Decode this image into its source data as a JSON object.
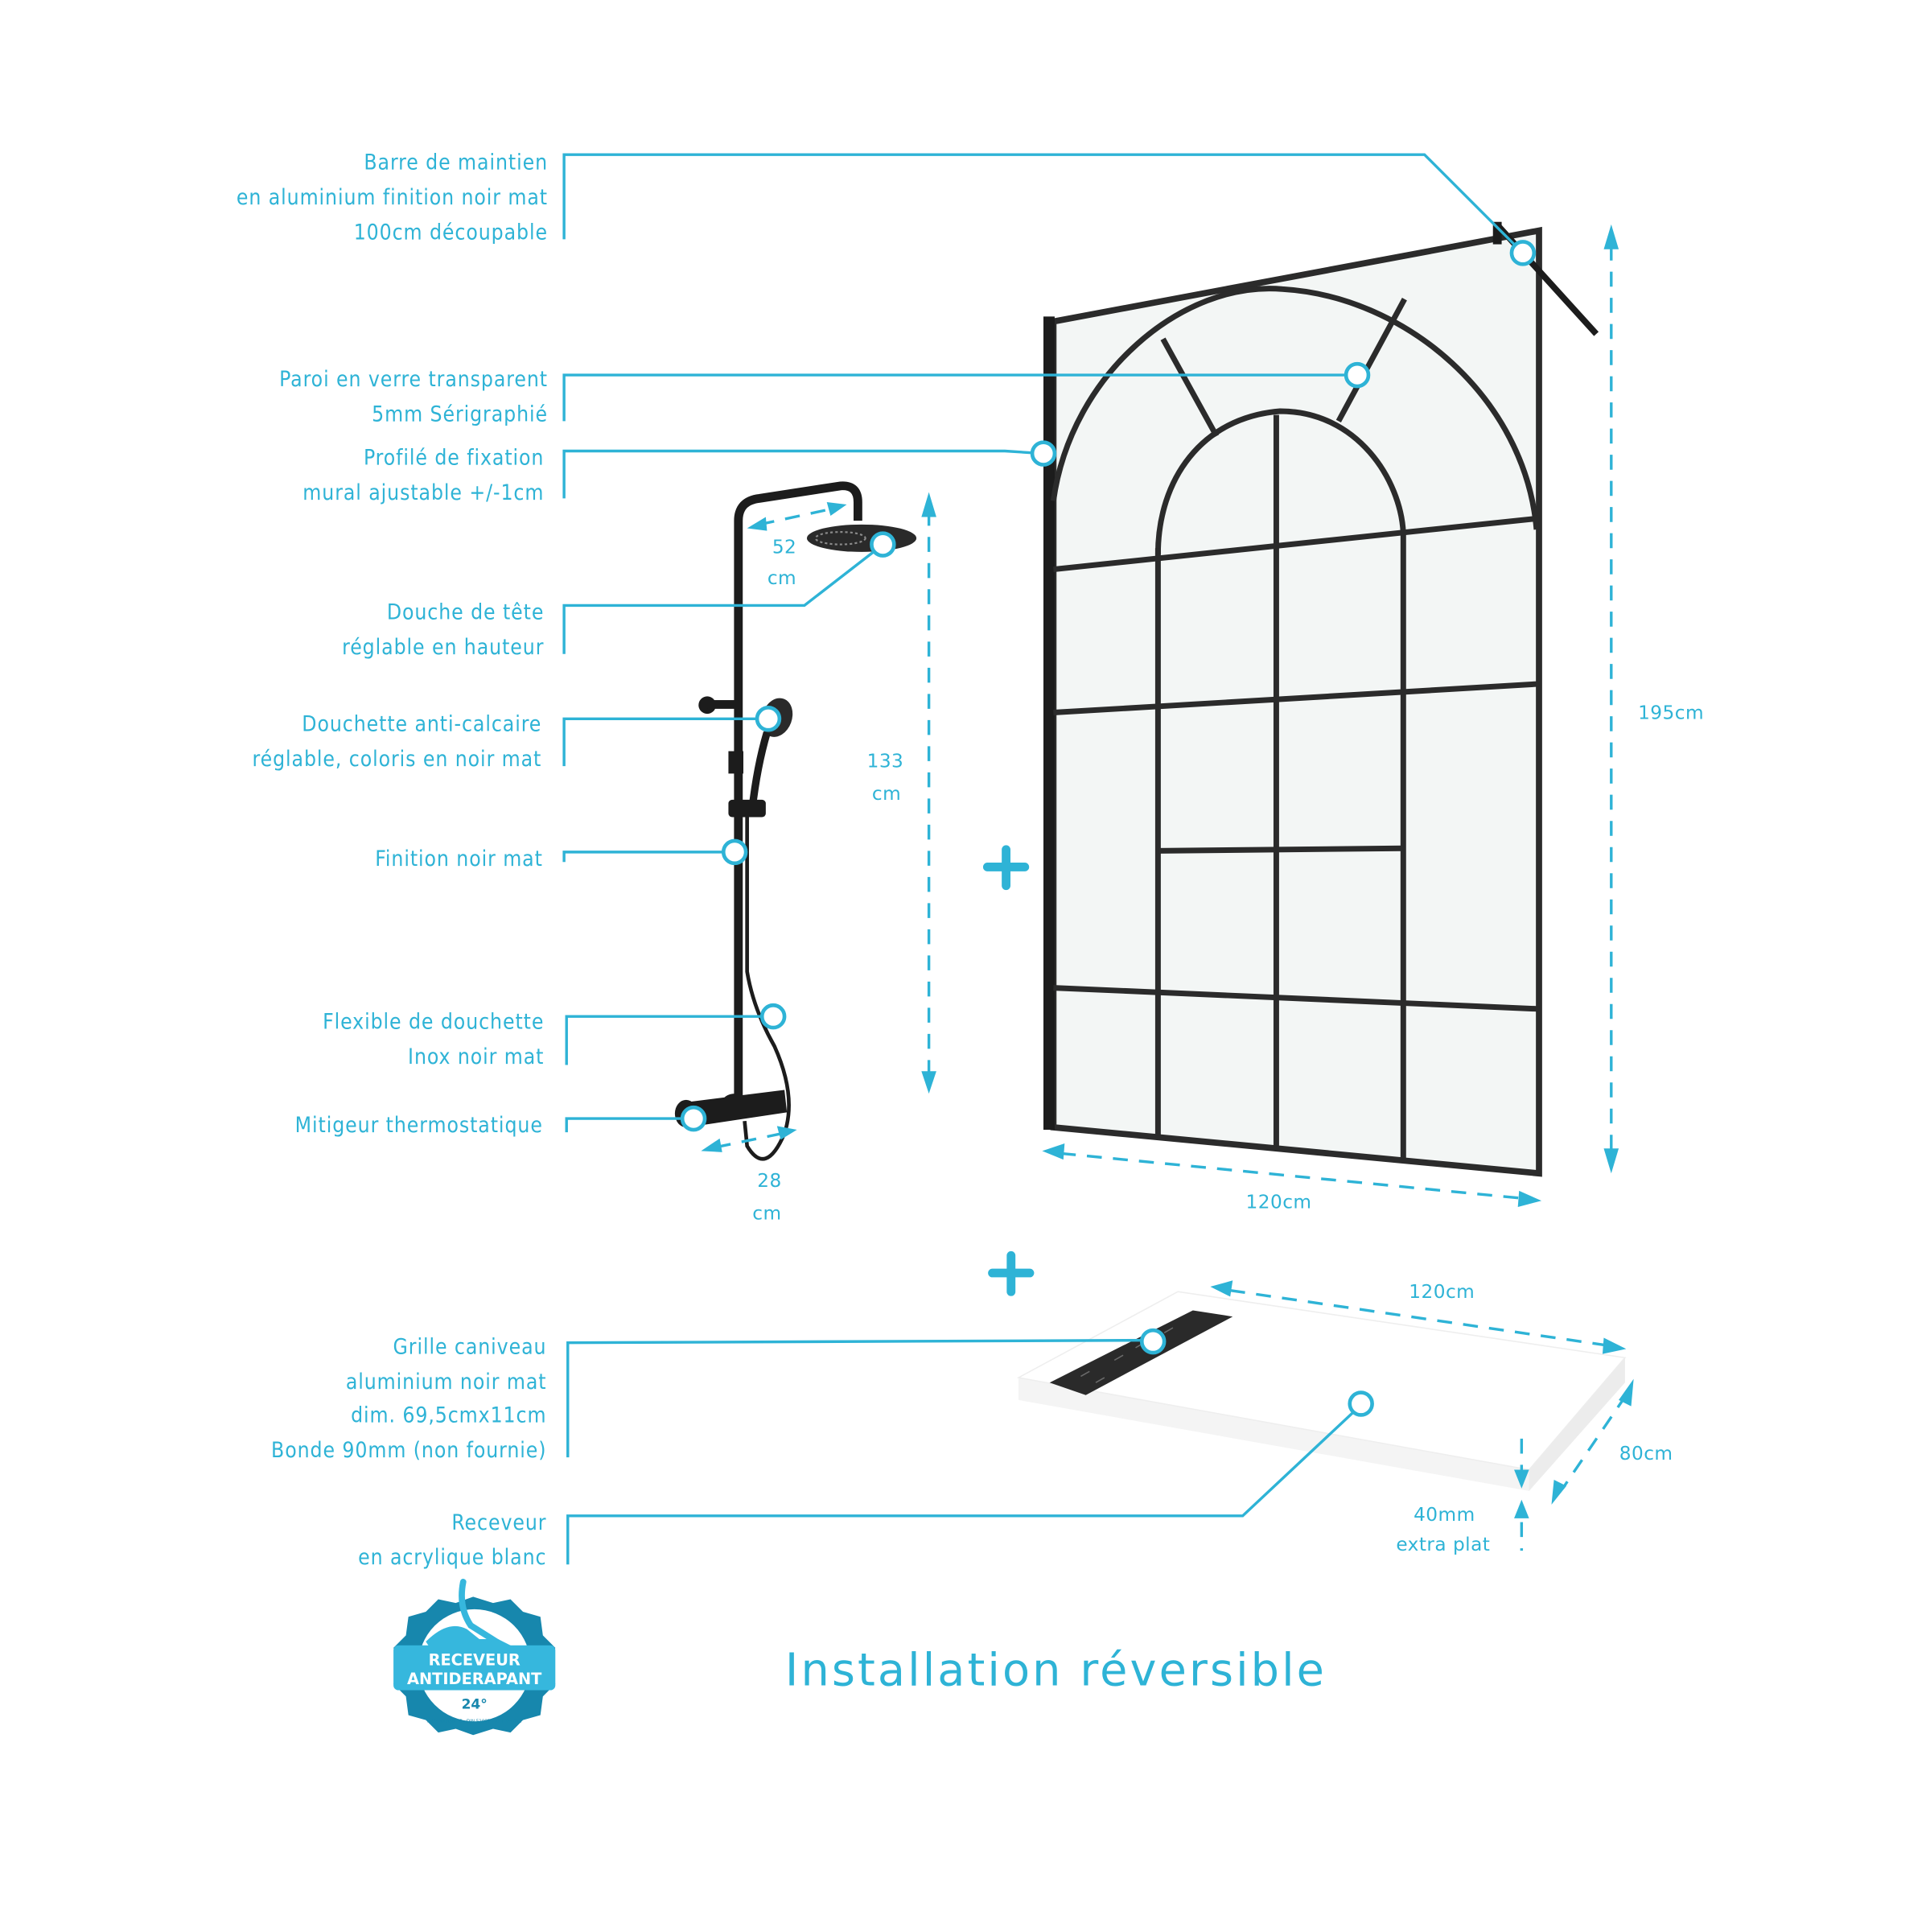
{
  "colors": {
    "accent": "#2eb3d6",
    "metal": "#1c1c1c",
    "glass": "#f3f6f5",
    "badge_dark": "#1787ad",
    "badge_light": "#36b7dd"
  },
  "callouts": {
    "barre": [
      "Barre de maintien",
      "en aluminium finition noir mat",
      "100cm découpable"
    ],
    "paroi": [
      "Paroi en verre transparent",
      "5mm Sérigraphié"
    ],
    "profile": [
      "Profilé de fixation",
      "mural ajustable +/-1cm"
    ],
    "douche_tete": [
      "Douche de tête",
      "réglable en hauteur"
    ],
    "douchette": [
      "Douchette anti-calcaire",
      "réglable, coloris en noir mat"
    ],
    "finition": [
      "Finition noir mat"
    ],
    "flexible": [
      "Flexible de douchette",
      "Inox noir mat"
    ],
    "mitigeur": [
      "Mitigeur thermostatique"
    ],
    "grille": [
      "Grille caniveau",
      "aluminium noir mat",
      "dim. 69,5cmx11cm",
      "Bonde 90mm (non fournie)"
    ],
    "receveur": [
      "Receveur",
      "en acrylique blanc"
    ]
  },
  "dimensions": {
    "column_width": [
      "52",
      "cm"
    ],
    "column_height": [
      "133",
      "cm"
    ],
    "mixer_width": [
      "28",
      "cm"
    ],
    "panel_height": "195cm",
    "panel_width": "120cm",
    "tray_length": "120cm",
    "tray_depth": "80cm",
    "tray_thickness": [
      "40mm",
      "extra plat"
    ]
  },
  "plus_icons": [
    "plus-icon",
    "plus-icon"
  ],
  "footer": {
    "title": "Installation réversible"
  },
  "badge": {
    "line1": "RECEVEUR",
    "line2": "ANTIDERAPANT",
    "angle": "24°",
    "norms": "PN24 CLASSE C - DIN 51097 - XP P 05 011"
  }
}
